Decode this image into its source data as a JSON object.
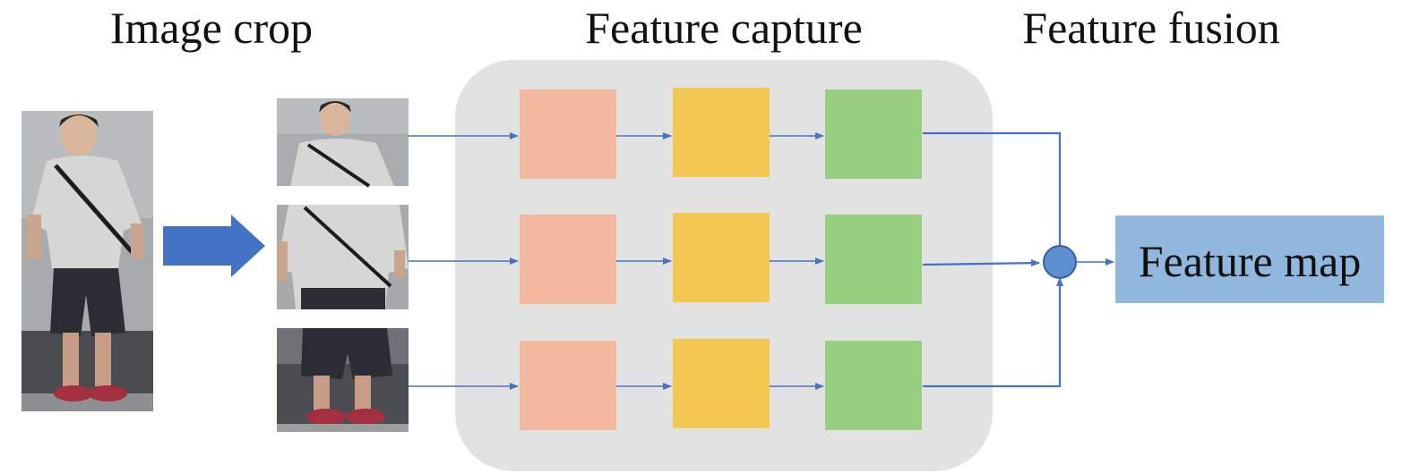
{
  "titles": {
    "image_crop": "Image crop",
    "feature_capture": "Feature capture",
    "feature_fusion": "Feature fusion"
  },
  "output_label": "Feature map",
  "colors": {
    "panel": "#e3e2e3",
    "stage1": "#f2b8a0",
    "stage2": "#f2c853",
    "stage3": "#97ce7f",
    "arrow": "#4472C4",
    "fusion_node": "#5b8fd0",
    "output_box": "#91b7de"
  },
  "rows": 3,
  "stages_per_row": 3,
  "icons": {
    "big_arrow": "right-arrow-icon",
    "fusion_node": "fusion-circle-icon"
  }
}
